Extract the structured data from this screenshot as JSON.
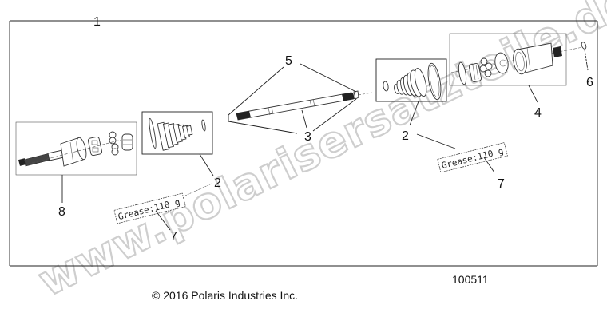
{
  "diagram": {
    "title_callout": "1",
    "drawing_number": "100511",
    "copyright": "© 2016 Polaris Industries Inc.",
    "watermark": "www.polarisersatzteile.de",
    "frame_color": "#222222",
    "callouts": [
      {
        "id": "1",
        "label": "1",
        "part": "drive-shaft-assembly"
      },
      {
        "id": "2a",
        "label": "2",
        "part": "boot-kit-outer"
      },
      {
        "id": "2b",
        "label": "2",
        "part": "boot-kit-inner"
      },
      {
        "id": "3",
        "label": "3",
        "part": "shaft"
      },
      {
        "id": "4",
        "label": "4",
        "part": "inner-cv-joint-kit"
      },
      {
        "id": "5",
        "label": "5",
        "part": "shaft-end-clip"
      },
      {
        "id": "6",
        "label": "6",
        "part": "retaining-ring"
      },
      {
        "id": "7a",
        "label": "7",
        "part": "grease-pack-left"
      },
      {
        "id": "7b",
        "label": "7",
        "part": "grease-pack-right"
      },
      {
        "id": "8",
        "label": "8",
        "part": "outer-cv-joint-kit"
      }
    ],
    "grease_labels": [
      {
        "text": "Grease:110 g"
      },
      {
        "text": "Grease:110 g"
      }
    ]
  }
}
